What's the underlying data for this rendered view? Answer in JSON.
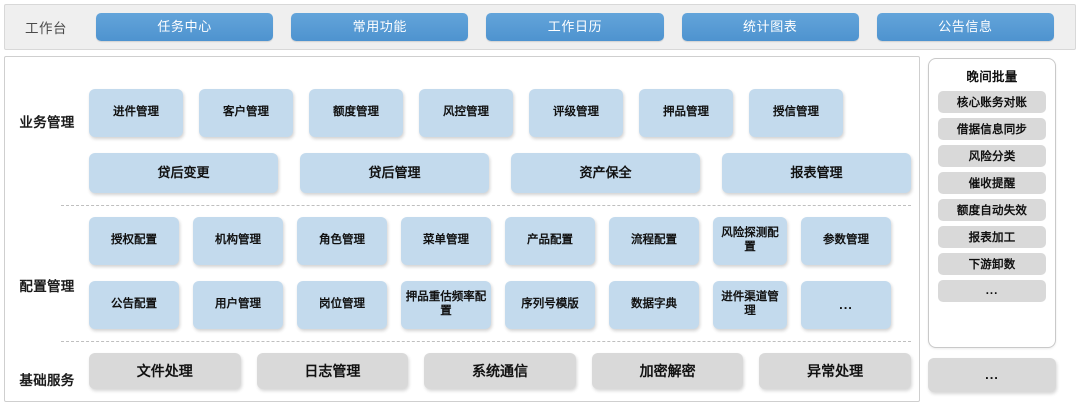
{
  "topbar": {
    "workbench_label": "工作台",
    "buttons": [
      {
        "label": "任务中心"
      },
      {
        "label": "常用功能"
      },
      {
        "label": "工作日历"
      },
      {
        "label": "统计图表"
      },
      {
        "label": "公告信息"
      }
    ]
  },
  "sections": [
    {
      "label": "业务管理",
      "rows": [
        {
          "tiles": [
            {
              "label": "进件管理"
            },
            {
              "label": "客户管理"
            },
            {
              "label": "额度管理"
            },
            {
              "label": "风控管理"
            },
            {
              "label": "评级管理"
            },
            {
              "label": "押品管理"
            },
            {
              "label": "授信管理"
            }
          ]
        },
        {
          "tiles": [
            {
              "label": "贷后变更"
            },
            {
              "label": "贷后管理"
            },
            {
              "label": "资产保全"
            },
            {
              "label": "报表管理"
            }
          ]
        }
      ]
    },
    {
      "label": "配置管理",
      "rows": [
        {
          "tiles": [
            {
              "label": "授权配置"
            },
            {
              "label": "机构管理"
            },
            {
              "label": "角色管理"
            },
            {
              "label": "菜单管理"
            },
            {
              "label": "产品配置"
            },
            {
              "label": "流程配置"
            },
            {
              "label": "风险探测配置"
            },
            {
              "label": "参数管理"
            }
          ]
        },
        {
          "tiles": [
            {
              "label": "公告配置"
            },
            {
              "label": "用户管理"
            },
            {
              "label": "岗位管理"
            },
            {
              "label": "押品重估频率配置"
            },
            {
              "label": "序列号模版"
            },
            {
              "label": "数据字典"
            },
            {
              "label": "进件渠道管理"
            },
            {
              "label": "..."
            }
          ]
        }
      ]
    },
    {
      "label": "基础服务",
      "rows": [
        {
          "tiles": [
            {
              "label": "文件处理"
            },
            {
              "label": "日志管理"
            },
            {
              "label": "系统通信"
            },
            {
              "label": "加密解密"
            },
            {
              "label": "异常处理"
            }
          ]
        }
      ]
    }
  ],
  "sidepanel": {
    "title": "晚间批量",
    "items": [
      {
        "label": "核心账务对账"
      },
      {
        "label": "借据信息同步"
      },
      {
        "label": "风险分类"
      },
      {
        "label": "催收提醒"
      },
      {
        "label": "额度自动失效"
      },
      {
        "label": "报表加工"
      },
      {
        "label": "下游卸数"
      },
      {
        "label": "..."
      }
    ],
    "extra": {
      "label": "..."
    }
  },
  "colors": {
    "accent_blue": "#4e93cf",
    "tile_blue": "#c3daed",
    "tile_grey": "#d9d9d9",
    "topbar_bg": "#efefef"
  }
}
